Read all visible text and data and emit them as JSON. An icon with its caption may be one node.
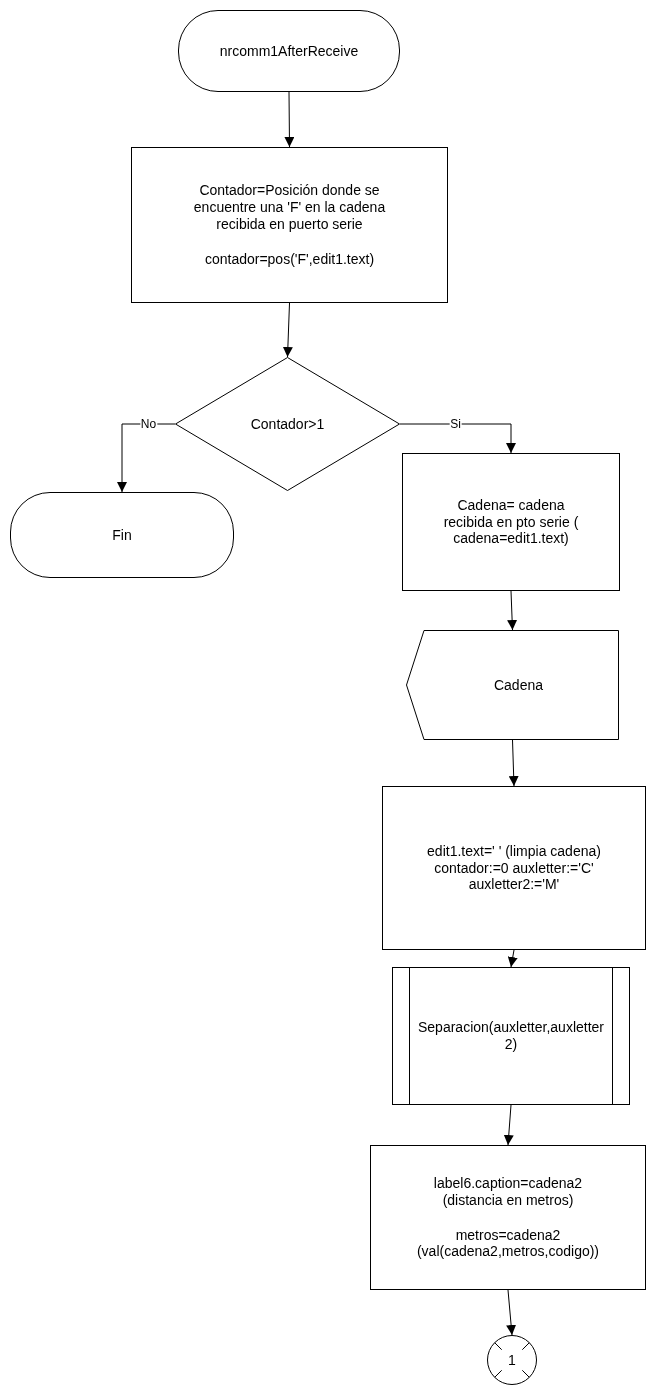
{
  "diagram": {
    "nodes": [
      {
        "text": [
          "nrcomm1AfterReceive"
        ]
      },
      {
        "text": [
          "Contador=Posición donde se encuentre una 'F' en la cadena recibida en puerto serie",
          "contador=pos('F',edit1.text)"
        ]
      },
      {
        "text": [
          "Contador>1"
        ]
      },
      {
        "text": [
          "Fin"
        ]
      },
      {
        "text": [
          "Cadena= cadena recibida en pto serie ( cadena=edit1.text)"
        ]
      },
      {
        "text": [
          "Cadena"
        ]
      },
      {
        "text": [
          "edit1.text=' ' (limpia cadena) contador:=0 auxletter:='C' auxletter2:='M'"
        ]
      },
      {
        "text": [
          "Separacion(auxletter,auxletter2)"
        ]
      },
      {
        "text": [
          "label6.caption=cadena2 (distancia en metros)",
          "metros=cadena2 (val(cadena2,metros,codigo))"
        ]
      },
      {
        "text": [
          "1"
        ]
      }
    ],
    "edges": [
      {
        "from": 0,
        "to": 1,
        "arrow": "to"
      },
      {
        "from": 1,
        "to": 2,
        "arrow": "to"
      },
      {
        "from": 2,
        "to": 3,
        "arrow": "to",
        "label": "No"
      },
      {
        "from": 2,
        "to": 4,
        "arrow": "to",
        "label": "Si"
      },
      {
        "from": 4,
        "to": 5,
        "arrow": "to"
      },
      {
        "from": 5,
        "to": 6,
        "arrow": "to"
      },
      {
        "from": 6,
        "to": 7,
        "arrow": "to"
      },
      {
        "from": 7,
        "to": 8,
        "arrow": "to"
      },
      {
        "from": 8,
        "to": 9,
        "arrow": "to"
      }
    ]
  }
}
